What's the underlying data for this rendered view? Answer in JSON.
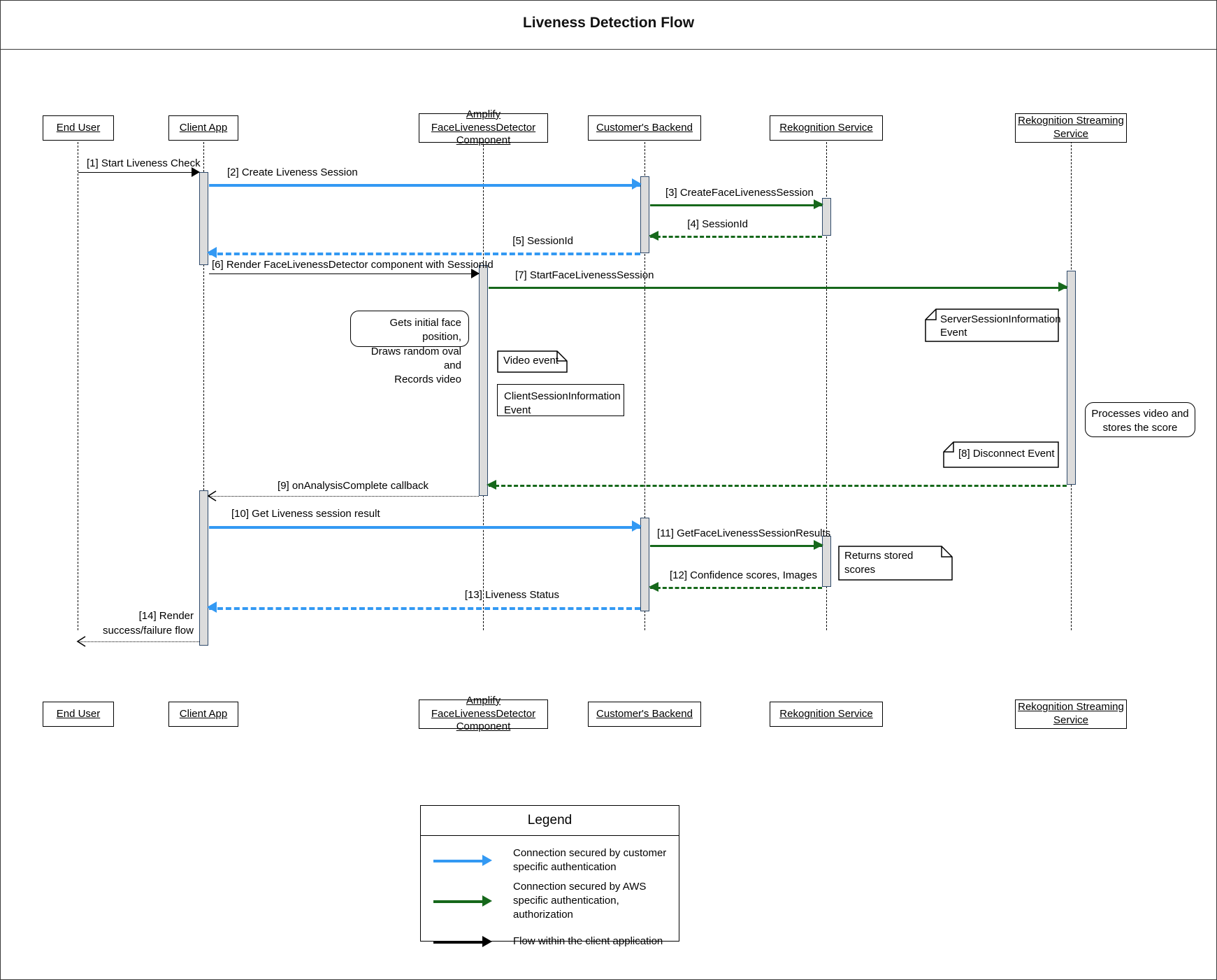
{
  "diagram": {
    "title": "Liveness Detection Flow",
    "colors": {
      "customer_auth": "#3399f3",
      "aws_auth": "#16681b",
      "client_flow": "#000000",
      "activation_fill": "#dcdcdc",
      "activation_border": "#2f4a6b"
    },
    "participants": [
      {
        "id": "end-user",
        "label": "End User"
      },
      {
        "id": "client-app",
        "label": "Client App"
      },
      {
        "id": "amplify-component",
        "label": "Amplify FaceLivenessDetector Component"
      },
      {
        "id": "customers-backend",
        "label": "Customer's Backend"
      },
      {
        "id": "rekognition-service",
        "label": "Rekognition Service"
      },
      {
        "id": "rekognition-streaming-service",
        "label": "Rekognition Streaming Service"
      }
    ],
    "messages": [
      {
        "id": "m1",
        "label": "[1] Start Liveness Check"
      },
      {
        "id": "m2",
        "label": "[2] Create Liveness Session"
      },
      {
        "id": "m3",
        "label": "[3] CreateFaceLivenessSession"
      },
      {
        "id": "m4",
        "label": "[4] SessionId"
      },
      {
        "id": "m5",
        "label": "[5] SessionId"
      },
      {
        "id": "m6",
        "label": "[6] Render FaceLivenessDetector component with SessionId"
      },
      {
        "id": "m7",
        "label": "[7] StartFaceLivenessSession"
      },
      {
        "id": "m9",
        "label": "[9] onAnalysisComplete callback"
      },
      {
        "id": "m10",
        "label": "[10] Get Liveness session result"
      },
      {
        "id": "m11",
        "label": "[11] GetFaceLivenessSessionResults"
      },
      {
        "id": "m12",
        "label": "[12] Confidence scores, Images"
      },
      {
        "id": "m13",
        "label": "[13] Liveness Status"
      },
      {
        "id": "m14a",
        "label": "[14] Render"
      },
      {
        "id": "m14b",
        "label": "success/failure flow"
      }
    ],
    "notes": [
      {
        "id": "note-gets-initial",
        "line1": "Gets initial face position,",
        "line2": "Draws random oval and",
        "line3": "Records video"
      },
      {
        "id": "note-video-event",
        "text": "Video event"
      },
      {
        "id": "note-client-session",
        "line1": "ClientSessionInformation",
        "line2": "Event"
      },
      {
        "id": "note-server-session",
        "line1": "ServerSessionInformation",
        "line2": "Event"
      },
      {
        "id": "note-processes-video",
        "line1": "Processes video and",
        "line2": "stores the score"
      },
      {
        "id": "note-disconnect-event",
        "text": "[8] Disconnect Event"
      },
      {
        "id": "note-returns-scores",
        "line1": "Returns stored",
        "line2": "scores"
      }
    ],
    "legend": {
      "title": "Legend",
      "rows": [
        {
          "color_key": "customer_auth",
          "line1": "Connection secured by customer",
          "line2": "specific authentication"
        },
        {
          "color_key": "aws_auth",
          "line1": "Connection secured by AWS",
          "line2": "specific authentication, authorization"
        },
        {
          "color_key": "client_flow",
          "line1": "Flow within the client application",
          "line2": ""
        }
      ]
    }
  }
}
